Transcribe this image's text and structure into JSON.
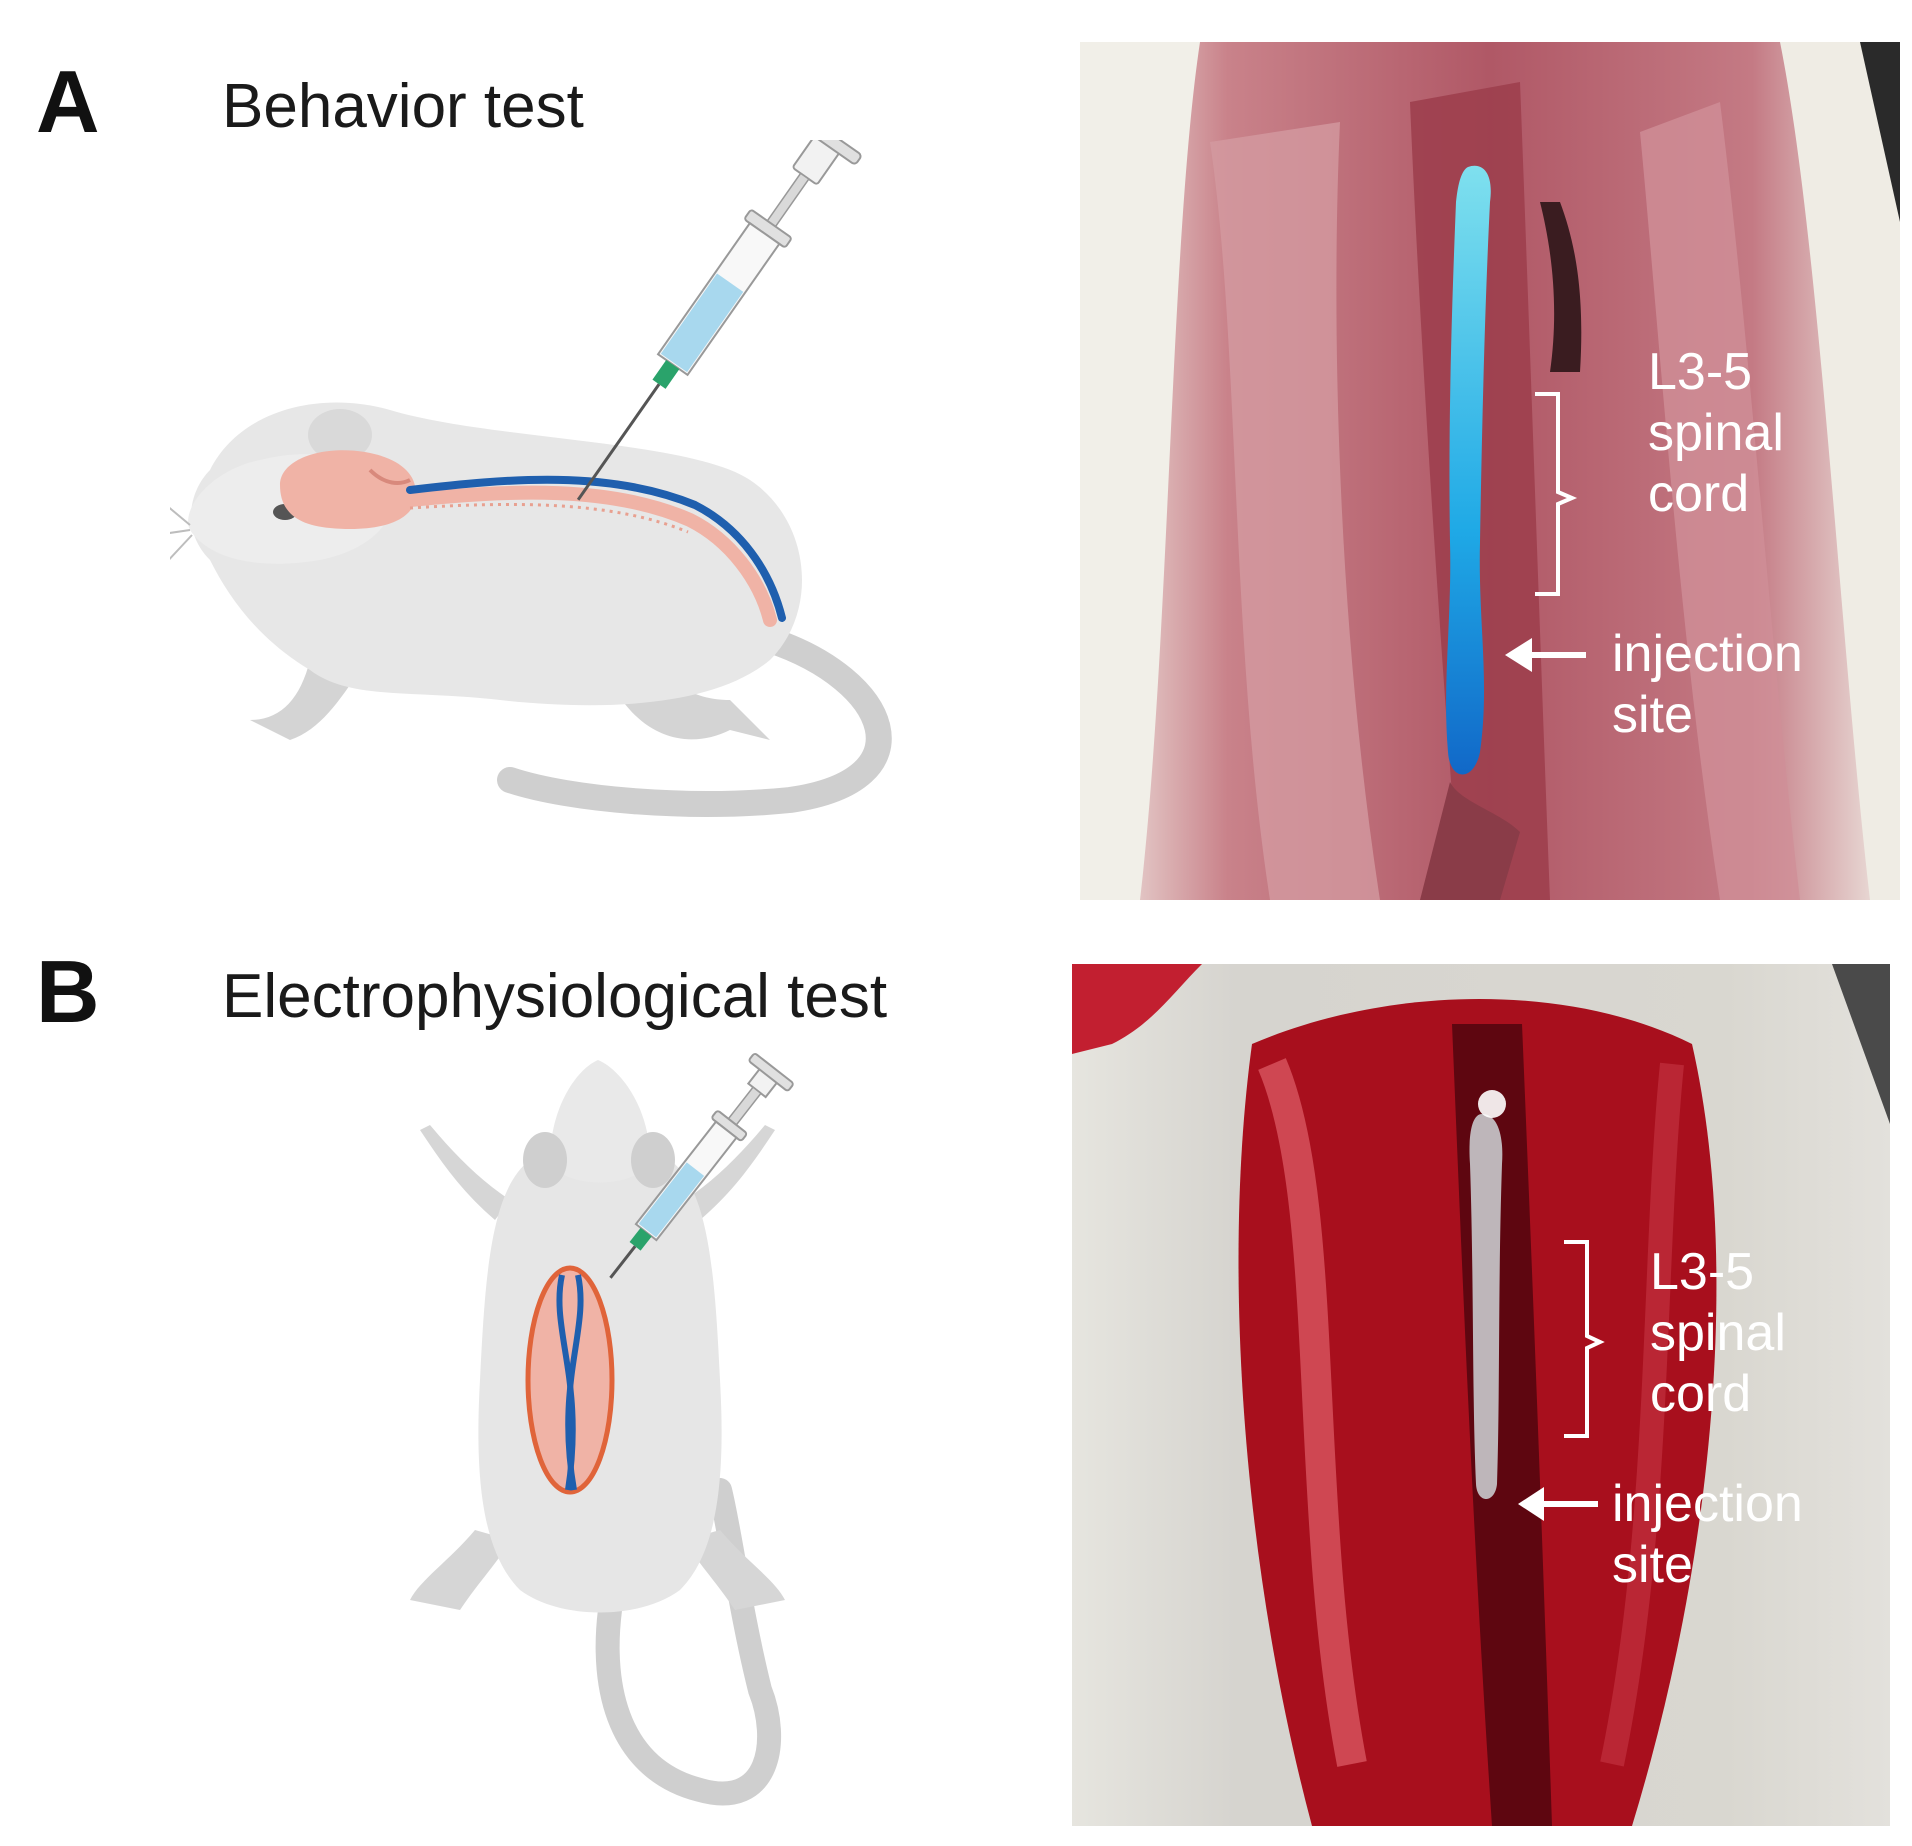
{
  "panels": [
    {
      "letter": "A",
      "title": "Behavior test",
      "photo": {
        "level_label": [
          "L3-5",
          "spinal",
          "cord"
        ],
        "site_label": [
          "injection",
          "site"
        ]
      }
    },
    {
      "letter": "B",
      "title": "Electrophysiological test",
      "photo": {
        "level_label": [
          "L3-5",
          "spinal",
          "cord"
        ],
        "site_label": [
          "injection",
          "site"
        ]
      }
    }
  ],
  "colors": {
    "dye_blue": "#1fa9e6",
    "tissue_red": "#b84a55",
    "fur_white": "#f2f2ee",
    "brain_pink": "#f0b3a6",
    "spine_blue": "#1f5fae"
  }
}
